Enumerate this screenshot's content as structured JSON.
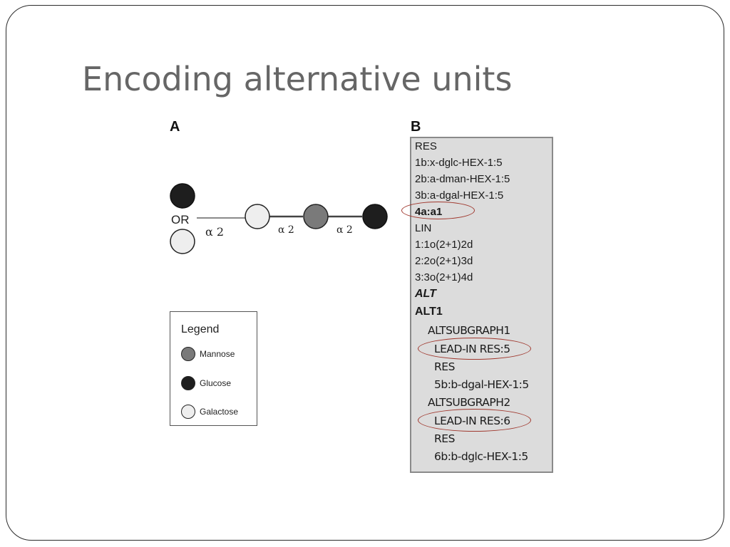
{
  "slide": {
    "title": "Encoding alternative units"
  },
  "panel_a": {
    "letter": "A",
    "or_label": "OR",
    "linkages": [
      "α 2",
      "α 2",
      "α 2"
    ],
    "legend": {
      "title": "Legend",
      "items": [
        {
          "label": "Mannose",
          "color": "#7a7a7a"
        },
        {
          "label": "Glucose",
          "color": "#1e1e1e"
        },
        {
          "label": "Galactose",
          "color": "#eeeeee"
        }
      ]
    }
  },
  "panel_b": {
    "letter": "B",
    "lines": [
      "RES",
      "1b:x-dglc-HEX-1:5",
      "2b:a-dman-HEX-1:5",
      "3b:a-dgal-HEX-1:5",
      "4a:a1",
      "LIN",
      "1:1o(2+1)2d",
      "2:2o(2+1)3d",
      "3:3o(2+1)4d",
      "ALT",
      "ALT1",
      "ALTSUBGRAPH1",
      "LEAD-IN RES:5",
      "RES",
      "5b:b-dgal-HEX-1:5",
      "ALTSUBGRAPH2",
      "LEAD-IN RES:6",
      "RES",
      "6b:b-dglc-HEX-1:5"
    ]
  },
  "colors": {
    "title": "#666666",
    "code_background": "#dcdcdc",
    "highlight": "#a0382e",
    "mannose": "#7a7a7a",
    "glucose": "#1e1e1e",
    "galactose": "#eeeeee"
  }
}
